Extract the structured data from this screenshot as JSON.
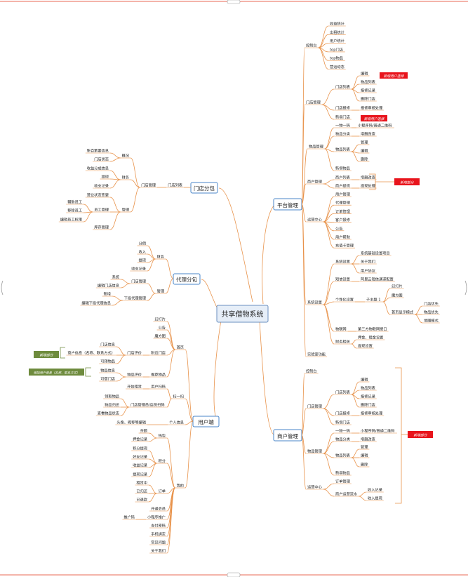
{
  "title": "共享借物系统",
  "colors": {
    "edge": "#e8924a",
    "box_border": "#4a86c8",
    "red_tag": "#e8141c",
    "green_tag": "#6e8b3d",
    "root_fill": "#e6eef8",
    "frame": "#e86a55"
  },
  "branches": {
    "platform": "平台管理",
    "store": "门店分包",
    "agent": "代理分包",
    "user": "用户端",
    "merchant": "商户管理"
  },
  "platform": {
    "console": "控制台",
    "console_items": [
      "收益统计",
      "出租统计",
      "用户统计",
      "top门店",
      "top物品",
      "营运动态"
    ],
    "store_mgmt": "门店管理",
    "store_list": "门店列表",
    "store_list_items": [
      "编辑",
      "物品列表",
      "报修记录",
      "删除门店"
    ],
    "repair": "门店报修",
    "repair_item": "报修审核处理",
    "new_store": "新增门店",
    "goods_mgmt": "物品管理",
    "one_code": "一物一码",
    "one_code_item": "小程序码/普通二维码",
    "goods_category": "物品分类",
    "goods_category_item": "增删改查",
    "goods_list": "物品列表",
    "goods_list_items": [
      "管理",
      "编辑",
      "删除"
    ],
    "new_goods": "新增物品",
    "merchant_mgmt": "商户管理",
    "merchant_list": "商户列表",
    "merchant_list_item": "增删改查",
    "merchant_withdraw": "商户提现",
    "merchant_withdraw_item": "提现处理",
    "ops_center": "运营中心",
    "ops_items": [
      "用户管理",
      "代理管理",
      "订单管理",
      "客户报修",
      "公告",
      "用户帮助",
      "充值卡管理"
    ],
    "sys_settings": "系统设置",
    "basic": "系统设置",
    "basic_items": [
      "系统基础设置项目",
      "关于我们",
      "用户协议"
    ],
    "sms": "短信设置",
    "sms_item": "阿里云短信通道配置",
    "personal": "个性化设置",
    "theme": "子主题 1",
    "theme_items": [
      "幻灯片",
      "魔方图"
    ],
    "home_display": "首页显示模式",
    "home_display_items": [
      "门店优先",
      "物品优先",
      "地图模式"
    ],
    "iot": "物联网",
    "iot_item": "第三方物联网接口",
    "finance": "财务相关",
    "finance_items": [
      "押金、租金设置",
      "提现设置"
    ],
    "dev": "实验室功能"
  },
  "merchant": {
    "console": "控制台",
    "store_mgmt": "门店管理",
    "store_list": "门店列表",
    "store_list_items": [
      "编辑",
      "物品列表",
      "报修记录",
      "删除门店"
    ],
    "repair": "门店报修",
    "repair_item": "报修审核处理",
    "new_store": "新增门店",
    "goods_mgmt": "物品管理",
    "one_code": "一物一码",
    "one_code_item": "小程序码/普通二维码",
    "goods_category": "物品分类",
    "goods_category_item": "增删改查",
    "goods_list": "物品列表",
    "goods_list_items": [
      "管理",
      "编辑",
      "删除"
    ],
    "new_goods": "新增物品",
    "ops_center": "运营中心",
    "order_mgmt": "订单管理",
    "flow": "商户运营流水",
    "flow_items": [
      "收入记录",
      "收入提现"
    ]
  },
  "store": {
    "store_mgmt": "门店管理",
    "store_list": "门店列表",
    "overview": "概况",
    "overview_items": [
      "新百策要信息",
      "门店状态"
    ],
    "finance": "财务",
    "finance_items": [
      "收益分成信息",
      "提现",
      "收支记录"
    ],
    "manage": "管理",
    "status_change": "营业状态变更",
    "staff": "员工管理",
    "staff_items": [
      "辅助员工",
      "移除员工",
      "编辑员工权限"
    ],
    "stock": "库存管理"
  },
  "agent": {
    "finance": "财务",
    "finance_items": [
      "分佣",
      "收入",
      "提现",
      "收支记录"
    ],
    "manage": "管理",
    "store_mgmt": "门店管理",
    "store_mgmt_items": [
      "系统",
      "编辑门店信息"
    ],
    "sub_agent": "下级代理管理",
    "sub_agent_items": [
      "新增",
      "编辑下级代理信息"
    ]
  },
  "user": {
    "home": "首页",
    "home_items": [
      "幻灯片",
      "公告",
      "魔方图"
    ],
    "nearby": "附近门店",
    "store_info": "门店信息",
    "merchant_info": "商户信息（名称、联系方式）",
    "goods_in_store": "可预物品",
    "store_review": "门店评价",
    "goods_info": "物品信息",
    "nearby_store": "可借门店",
    "recommend": "推荐物品",
    "goods_review": "物品评价",
    "scan": "扫一扫",
    "scan_start": "开始租赁",
    "scan_user": "用户扫码",
    "return_label": "门店管理员/店员扫码",
    "return_items": [
      "领取物品",
      "物品归还",
      "查看物品状态"
    ],
    "profile": "个人信息",
    "profile_item": "头像、昵称等编辑",
    "mine": "我的",
    "wallet": "钱包",
    "wallet_items": [
      "余额",
      "押金记录"
    ],
    "points": "积分",
    "points_items": [
      "积分提现",
      "好友记录",
      "收益记录",
      "提现记录"
    ],
    "order": "订单",
    "order_items": [
      "租赁中",
      "已归还",
      "已退款"
    ],
    "apply_store": "开通会员",
    "promo": "小程序推广",
    "promoter": "推广码",
    "extra_items": [
      "支付密码",
      "手机绑定",
      "常见问题",
      "关于我们"
    ]
  },
  "tags": {
    "new_merchant_select": "新增用户选择",
    "new_store_select": "新增用户选择",
    "new_part": "新增部分",
    "new_part_2": "新增部分",
    "new_part_3": "新增部分",
    "user_contact": "增加用户信息（名称、联系方式）"
  }
}
